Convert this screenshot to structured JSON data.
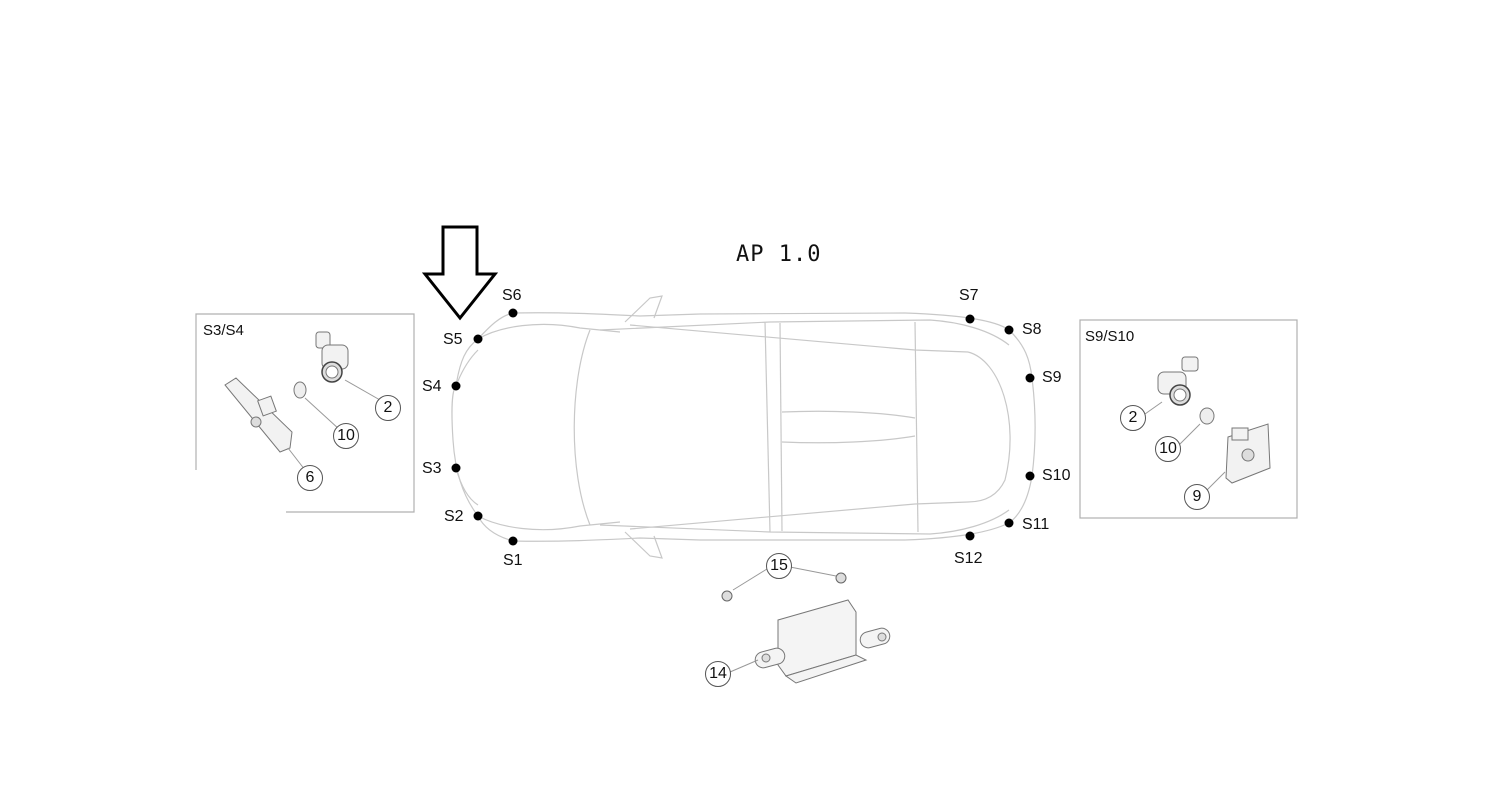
{
  "title": "AP 1.0",
  "sensors": [
    {
      "id": "S1",
      "label": "S1",
      "dot": [
        513,
        541
      ],
      "text": [
        503,
        553
      ]
    },
    {
      "id": "S2",
      "label": "S2",
      "dot": [
        478,
        516
      ],
      "text": [
        444,
        509
      ]
    },
    {
      "id": "S3",
      "label": "S3",
      "dot": [
        456,
        468
      ],
      "text": [
        422,
        461
      ]
    },
    {
      "id": "S4",
      "label": "S4",
      "dot": [
        456,
        386
      ],
      "text": [
        422,
        379
      ]
    },
    {
      "id": "S5",
      "label": "S5",
      "dot": [
        478,
        339
      ],
      "text": [
        443,
        332
      ]
    },
    {
      "id": "S6",
      "label": "S6",
      "dot": [
        513,
        313
      ],
      "text": [
        502,
        288
      ]
    },
    {
      "id": "S7",
      "label": "S7",
      "dot": [
        970,
        319
      ],
      "text": [
        959,
        288
      ]
    },
    {
      "id": "S8",
      "label": "S8",
      "dot": [
        1009,
        330
      ],
      "text": [
        1022,
        322
      ]
    },
    {
      "id": "S9",
      "label": "S9",
      "dot": [
        1030,
        378
      ],
      "text": [
        1042,
        370
      ]
    },
    {
      "id": "S10",
      "label": "S10",
      "dot": [
        1030,
        476
      ],
      "text": [
        1042,
        468
      ]
    },
    {
      "id": "S11",
      "label": "S11",
      "dot": [
        1009,
        523
      ],
      "text": [
        1022,
        517
      ]
    },
    {
      "id": "S12",
      "label": "S12",
      "dot": [
        970,
        536
      ],
      "text": [
        954,
        551
      ]
    }
  ],
  "detail_boxes": [
    {
      "id": "front",
      "label": "S3/S4",
      "callouts": [
        "2",
        "10",
        "6"
      ]
    },
    {
      "id": "rear",
      "label": "S9/S10",
      "callouts": [
        "2",
        "10",
        "9"
      ]
    }
  ],
  "callouts": {
    "front_2": "2",
    "front_10": "10",
    "front_6": "6",
    "rear_2": "2",
    "rear_10": "10",
    "rear_9": "9",
    "nut_15": "15",
    "module_14": "14"
  },
  "indicator": {
    "icon": "down-arrow-icon",
    "points_to": "S5"
  },
  "colors": {
    "line": "#c8c8c8",
    "dot": "#000000",
    "text": "#111111",
    "box_border": "#b0b0b0"
  }
}
